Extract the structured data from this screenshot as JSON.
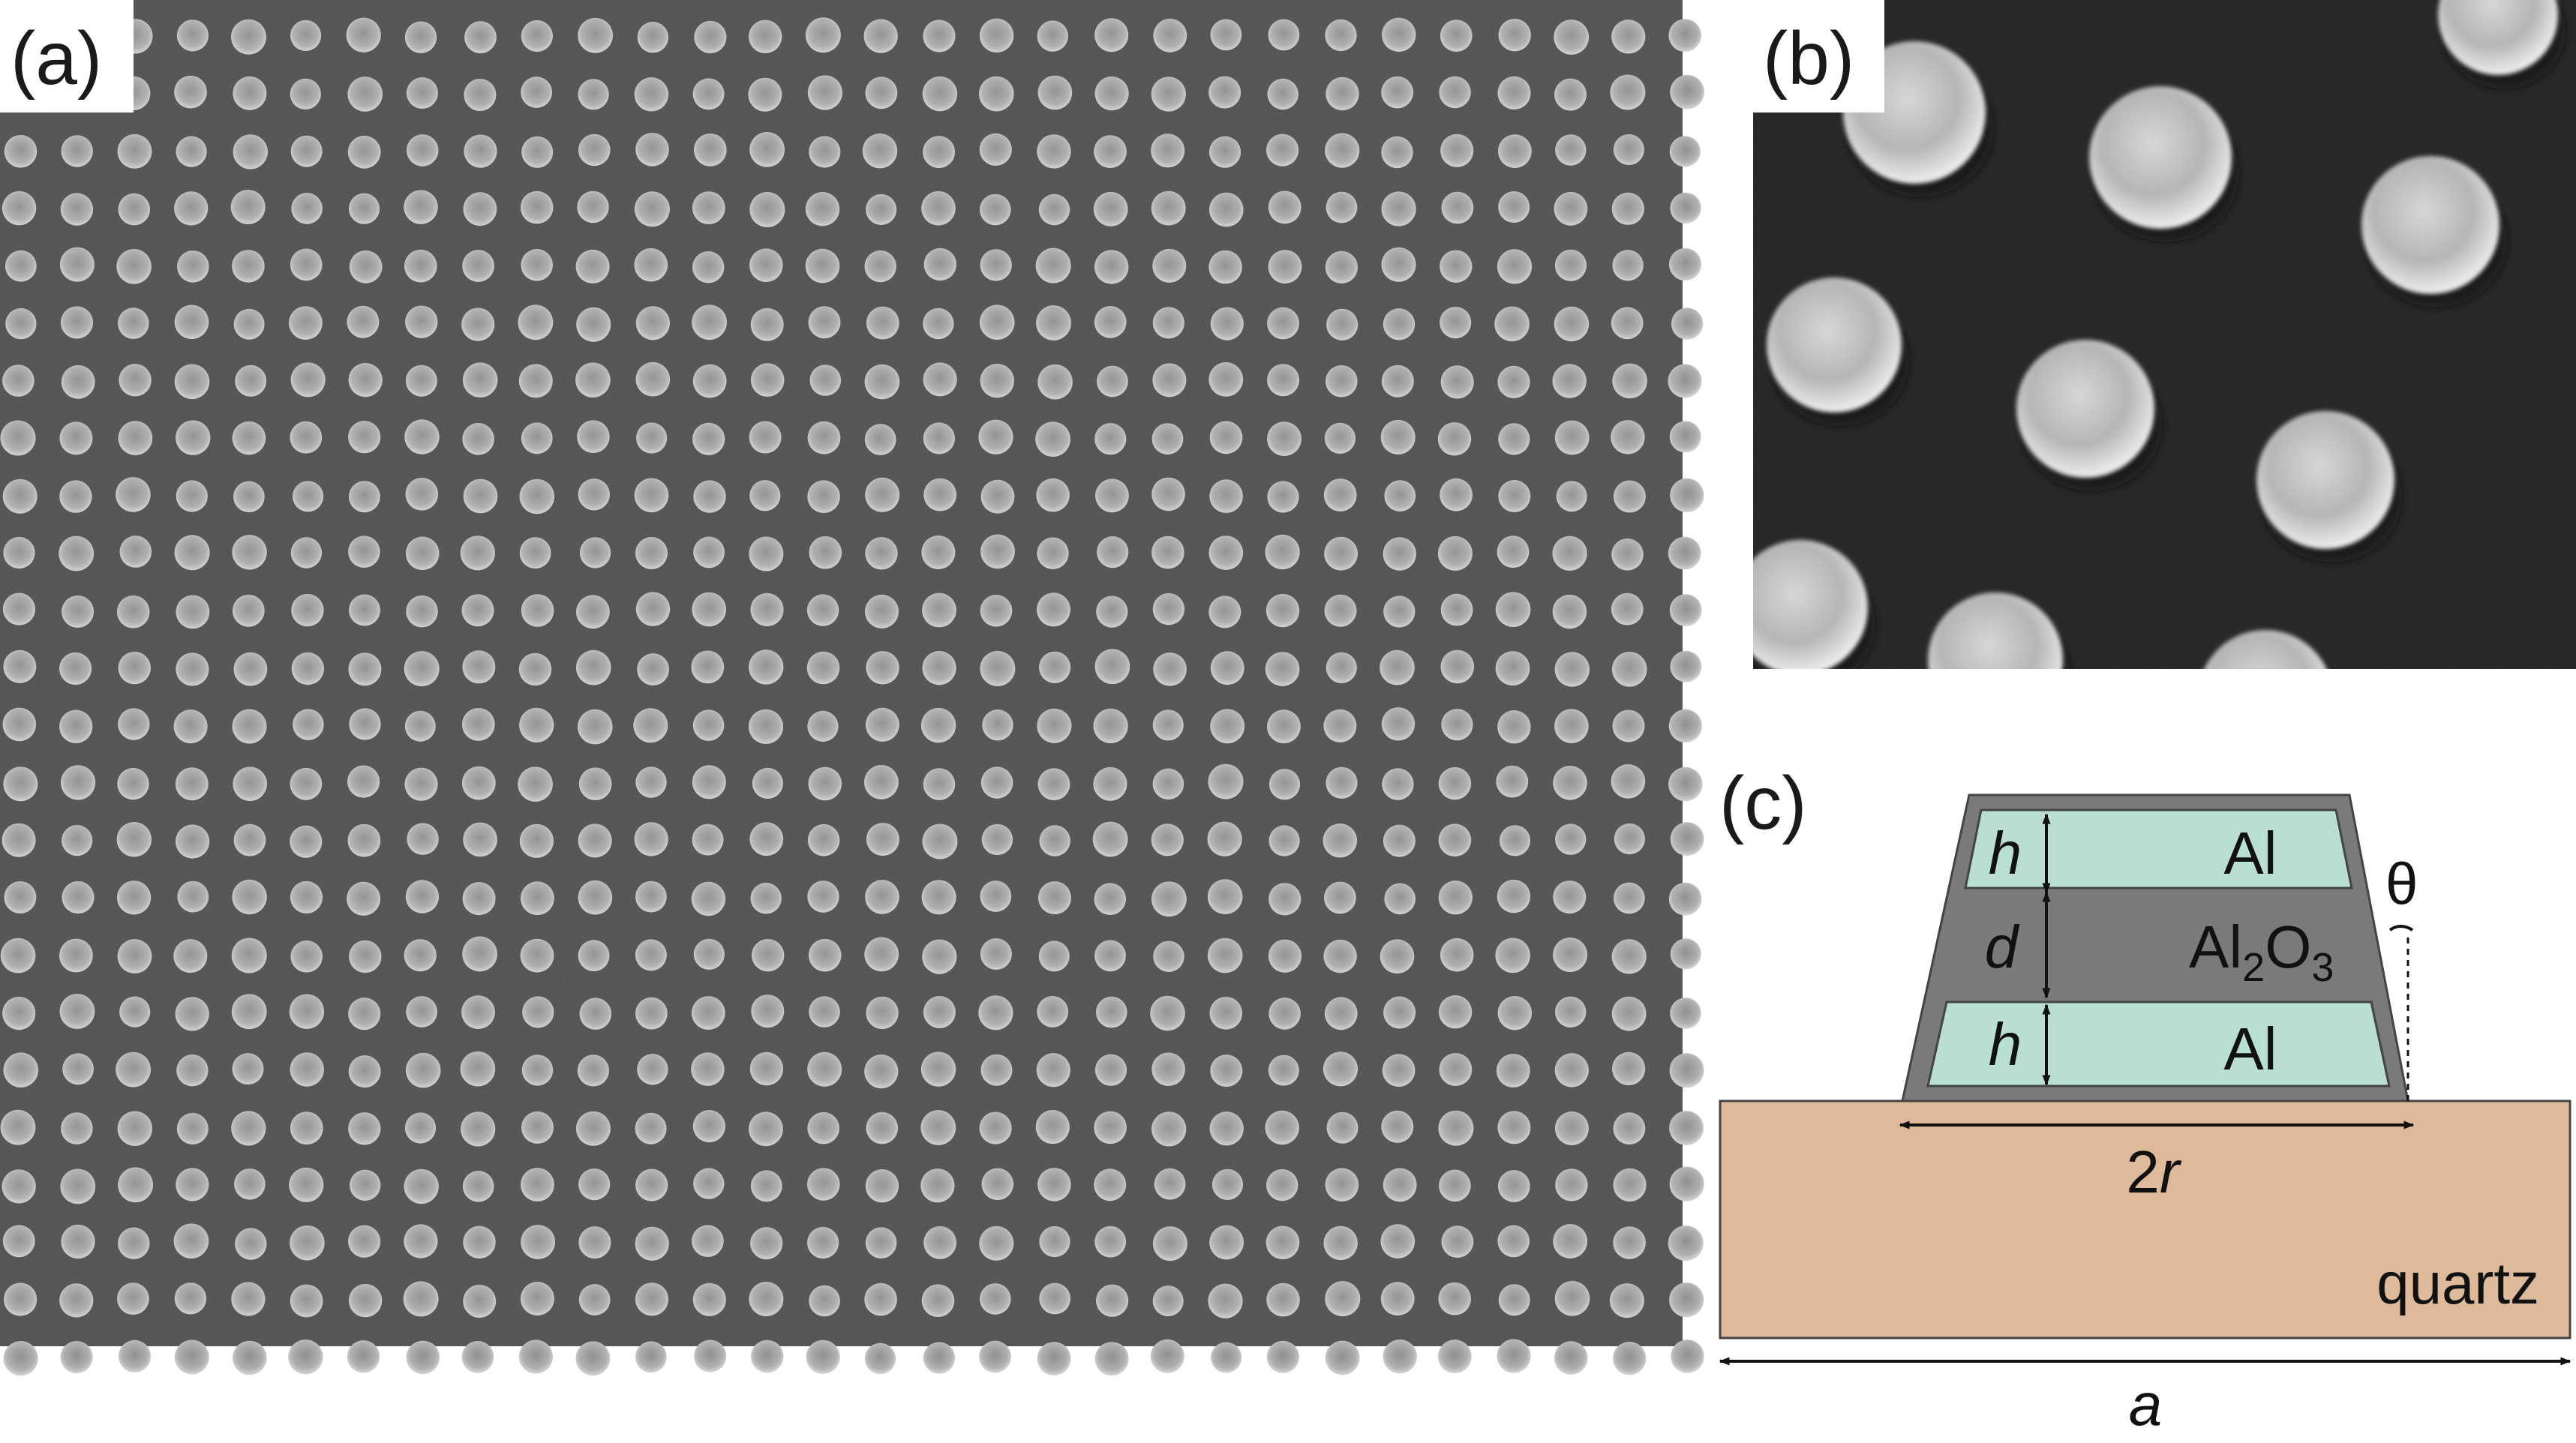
{
  "panels": {
    "a": {
      "label": "(a)"
    },
    "b": {
      "label": "(b)"
    },
    "c": {
      "label": "(c)"
    }
  },
  "diagram": {
    "layer_top": "Al",
    "layer_middle_base": "Al",
    "layer_middle_sub1": "2",
    "layer_middle_mid": "O",
    "layer_middle_sub2": "3",
    "layer_bottom": "Al",
    "thickness_top": "h",
    "thickness_middle": "d",
    "thickness_bottom": "h",
    "angle": "θ",
    "diameter_num": "2",
    "diameter_var": "r",
    "period": "a",
    "substrate": "quartz"
  },
  "colors": {
    "sem_background_a": "#4b4d4b",
    "sem_background_b": "#1a1a1a",
    "particle": "#c9cbc9",
    "al_layer": "#b9dfd5",
    "oxide_layer": "#7a7a7a",
    "substrate": "#deb99a"
  }
}
